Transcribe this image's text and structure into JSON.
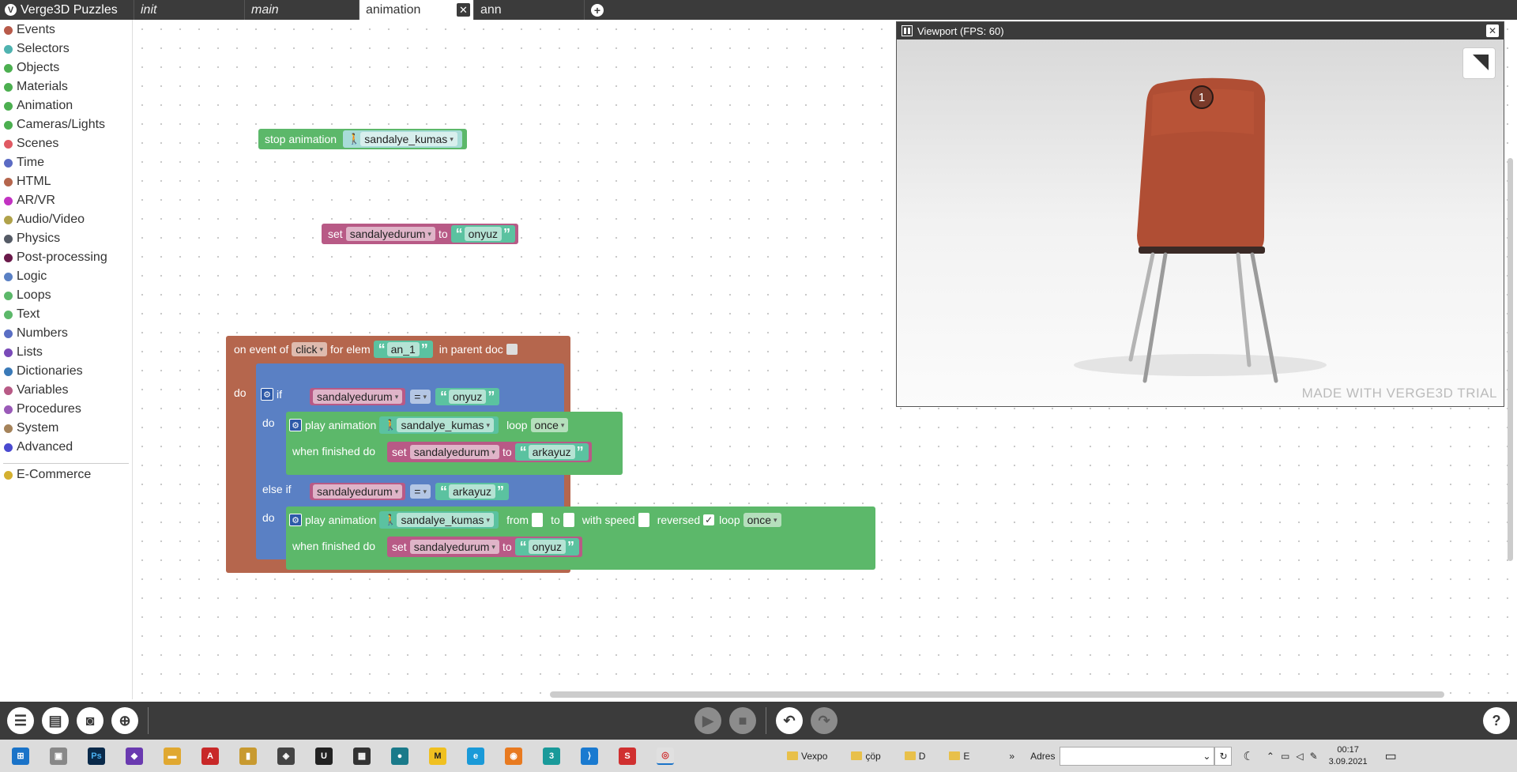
{
  "app": {
    "title": "Verge3D Puzzles"
  },
  "tabs": [
    {
      "label": "init"
    },
    {
      "label": "main"
    },
    {
      "label": "animation"
    },
    {
      "label": "ann"
    }
  ],
  "sidebar": {
    "categories": [
      {
        "label": "Events",
        "color": "#b85a4a"
      },
      {
        "label": "Selectors",
        "color": "#4fb3b0"
      },
      {
        "label": "Objects",
        "color": "#4caf50"
      },
      {
        "label": "Materials",
        "color": "#4caf50"
      },
      {
        "label": "Animation",
        "color": "#4caf50"
      },
      {
        "label": "Cameras/Lights",
        "color": "#4caf50"
      },
      {
        "label": "Scenes",
        "color": "#e05a63"
      },
      {
        "label": "Time",
        "color": "#5b6bc4"
      },
      {
        "label": "HTML",
        "color": "#b5664d"
      },
      {
        "label": "AR/VR",
        "color": "#c232c2"
      },
      {
        "label": "Audio/Video",
        "color": "#b0a24a"
      },
      {
        "label": "Physics",
        "color": "#555b66"
      },
      {
        "label": "Post-processing",
        "color": "#6a1a4a"
      },
      {
        "label": "Logic",
        "color": "#5a80c4"
      },
      {
        "label": "Loops",
        "color": "#5cb86a"
      },
      {
        "label": "Text",
        "color": "#5cb86a"
      },
      {
        "label": "Numbers",
        "color": "#5a6fc4"
      },
      {
        "label": "Lists",
        "color": "#7a4ab8"
      },
      {
        "label": "Dictionaries",
        "color": "#3a7ab8"
      },
      {
        "label": "Variables",
        "color": "#b85a86"
      },
      {
        "label": "Procedures",
        "color": "#9a5ab8"
      },
      {
        "label": "System",
        "color": "#a5835a"
      },
      {
        "label": "Advanced",
        "color": "#4a4ad0"
      }
    ],
    "extra": {
      "label": "E-Commerce",
      "color": "#d4b030"
    }
  },
  "blocks": {
    "stop_anim": {
      "label": "stop animation",
      "object": "sandalye_kumas"
    },
    "set_var": {
      "set": "set",
      "var": "sandalyedurum",
      "to": "to",
      "value": "onyuz"
    },
    "event": {
      "on_event_of": "on event of",
      "event": "click",
      "for_elem": "for elem",
      "elem": "an_1",
      "in_parent_doc": "in parent doc",
      "do": "do",
      "if": "if",
      "else_if": "else if",
      "cond1": {
        "var": "sandalyedurum",
        "op": "=",
        "value": "onyuz"
      },
      "cond2": {
        "var": "sandalyedurum",
        "op": "=",
        "value": "arkayuz"
      },
      "play1": {
        "label": "play animation",
        "object": "sandalye_kumas",
        "loop": "loop",
        "loop_val": "once",
        "when_finished": "when finished do",
        "set": "set",
        "var": "sandalyedurum",
        "to": "to",
        "value": "arkayuz"
      },
      "play2": {
        "label": "play animation",
        "object": "sandalye_kumas",
        "from": "from",
        "to_lbl": "to",
        "speed": "with speed",
        "reversed": "reversed",
        "loop": "loop",
        "loop_val": "once",
        "when_finished": "when finished do",
        "set": "set",
        "var": "sandalyedurum",
        "to": "to",
        "value": "onyuz"
      }
    }
  },
  "viewport": {
    "title": "Viewport (FPS: 60)",
    "watermark": "MADE WITH VERGE3D TRIAL",
    "annotation": "1"
  },
  "taskbar": {
    "folders": [
      "Vexpo",
      "çöp",
      "D",
      "E"
    ],
    "address_label": "Adres",
    "time": "00:17",
    "date": "3.09.2021"
  }
}
